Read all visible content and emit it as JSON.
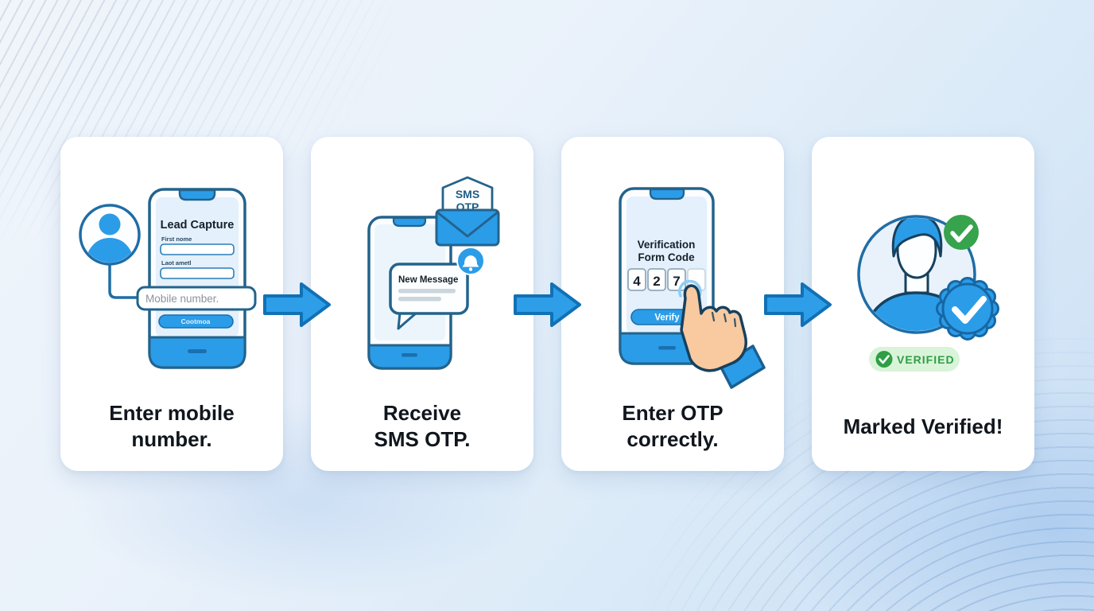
{
  "colors": {
    "arrow_fill": "#2e9ee9",
    "arrow_stroke": "#1171b5",
    "blue": "#2b9ce8",
    "outline": "#23638c",
    "screen": "#e4f0fb",
    "green": "#37a34c",
    "green_text": "#2f9e45",
    "pill_green": "#d9f4d9",
    "caption": "#10161d",
    "skin": "#f9c9a0"
  },
  "steps": [
    {
      "caption": {
        "line1": "Enter mobile",
        "line2": "number."
      },
      "phone": {
        "title": "Lead Capture",
        "field1_label": "First nome",
        "field2_label": "Laot ametl",
        "callout_text": "Mobile number.",
        "button_label": "Cootmoa"
      }
    },
    {
      "caption": {
        "line1": "Receive",
        "line2": "SMS OTP."
      },
      "phone": {
        "bubble_title": "New Message",
        "envelope_line1": "SMS",
        "envelope_line2": "OTP"
      }
    },
    {
      "caption": {
        "line1": "Enter OTP",
        "line2": "correctly."
      },
      "phone": {
        "title_line1": "Verification",
        "title_line2": "Form Code",
        "otp_digits": [
          "4",
          "2",
          "7",
          ""
        ],
        "button_label": "Verify"
      }
    },
    {
      "caption": {
        "line1": "Marked Verified!",
        "line2": ""
      },
      "badge_label": "VERIFIED"
    }
  ]
}
